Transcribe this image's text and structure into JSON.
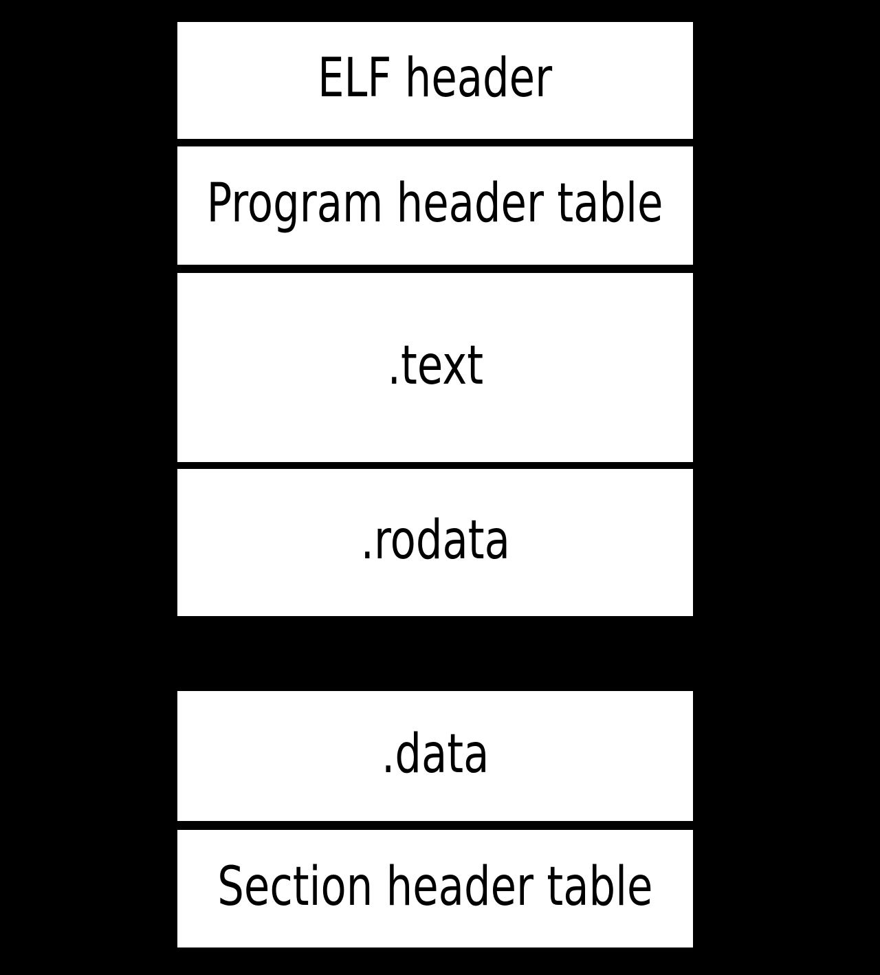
{
  "diagram": {
    "boxes": [
      {
        "label": "ELF header"
      },
      {
        "label": "Program header table"
      },
      {
        "label": ".text"
      },
      {
        "label": ".rodata"
      },
      {
        "label": ".data"
      },
      {
        "label": "Section header table"
      }
    ],
    "colors": {
      "background": "#000000",
      "box_fill": "#ffffff",
      "box_border": "#000000",
      "text": "#000000"
    }
  }
}
